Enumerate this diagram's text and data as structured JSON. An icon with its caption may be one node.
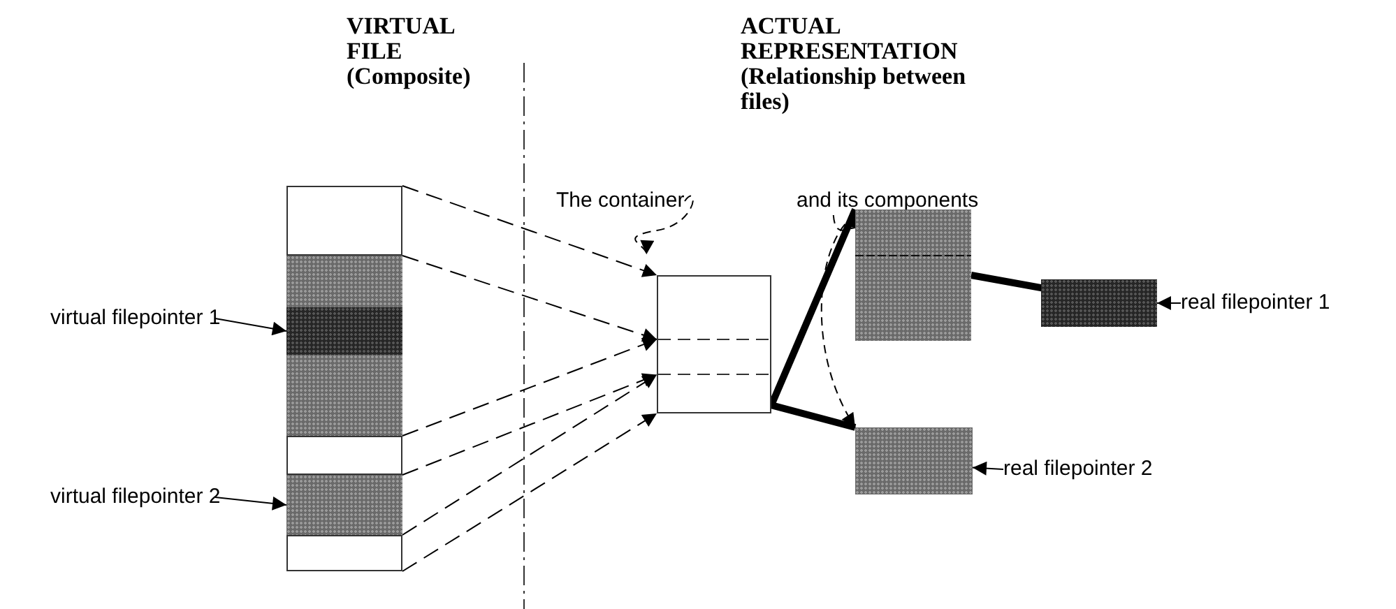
{
  "diagram": {
    "nodes": [
      {
        "text": [
          "virtual filepointer 1"
        ]
      },
      {
        "text": [
          "virtual filepointer 2"
        ]
      },
      {
        "text": [],
        "shape": "box"
      },
      {
        "text": [],
        "shape": "box",
        "in": 2
      },
      {
        "text": [],
        "shape": "box",
        "in": 2
      },
      {
        "text": [],
        "shape": "box",
        "in": 2
      },
      {
        "text": [],
        "shape": "box",
        "in": 2
      },
      {
        "text": [],
        "shape": "box",
        "in": 2
      },
      {
        "text": [],
        "shape": "box",
        "in": 2
      },
      {
        "text": [],
        "shape": "box",
        "in": 2
      },
      {
        "text": [
          "The container"
        ]
      },
      {
        "text": [
          "and its components"
        ]
      },
      {
        "text": [],
        "shape": "box"
      },
      {
        "text": [],
        "shape": "box"
      },
      {
        "text": [],
        "shape": "box"
      },
      {
        "text": [],
        "shape": "box"
      },
      {
        "text": [
          "real filepointer 1"
        ]
      },
      {
        "text": [
          "real filepointer 2"
        ]
      }
    ],
    "edges": [
      {
        "from": 0,
        "to": 5,
        "arrow": "to"
      },
      {
        "from": 1,
        "to": 8,
        "arrow": "to"
      },
      {
        "from": 3,
        "to": 12,
        "arrow": "to",
        "style": "dashed"
      },
      {
        "from": 4,
        "to": 12,
        "arrow": "to",
        "style": "dashed"
      },
      {
        "from": 6,
        "to": 12,
        "arrow": "to",
        "style": "dashed"
      },
      {
        "from": 8,
        "to": 12,
        "arrow": "to",
        "style": "dashed"
      },
      {
        "from": 9,
        "to": 12,
        "arrow": "to",
        "style": "dashed"
      },
      {
        "from": 2,
        "to": 12,
        "arrow": "to",
        "style": "dashed"
      },
      {
        "from": 12,
        "to": 13,
        "arrow": "none",
        "style": "thick"
      },
      {
        "from": 12,
        "to": 14,
        "arrow": "none",
        "style": "thick"
      },
      {
        "from": 13,
        "to": 15,
        "arrow": "none",
        "style": "thick"
      },
      {
        "from": 16,
        "to": 15,
        "arrow": "to"
      },
      {
        "from": 17,
        "to": 14,
        "arrow": "to"
      },
      {
        "from": 10,
        "to": 12,
        "arrow": "to",
        "style": "dashed"
      },
      {
        "from": 11,
        "to": 13,
        "arrow": "to",
        "style": "dashed"
      },
      {
        "from": 11,
        "to": 14,
        "arrow": "to",
        "style": "dashed"
      }
    ],
    "labels": [
      "VIRTUAL FILE",
      "(Composite)",
      "ACTUAL REPRESENTATION",
      "(Relationship between files)"
    ]
  }
}
